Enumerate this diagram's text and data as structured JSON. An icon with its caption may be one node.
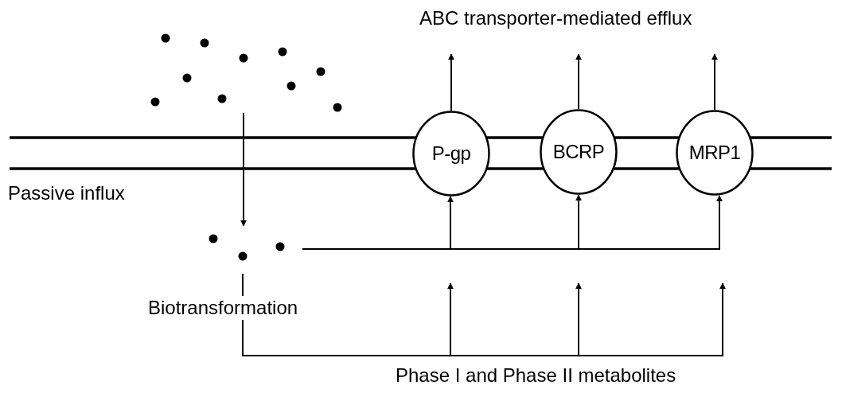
{
  "diagram": {
    "nodes": [
      {
        "text": [],
        "shape": "picture"
      },
      {
        "text": [],
        "shape": "picture"
      },
      {
        "text": [
          "P-gp"
        ]
      },
      {
        "text": [
          "BCRP"
        ]
      },
      {
        "text": [
          "MRP1"
        ]
      }
    ],
    "edges": [
      {
        "from": 0,
        "to": 1,
        "arrow": "to"
      },
      {
        "from": 1,
        "to": 2,
        "arrow": "to"
      },
      {
        "from": 1,
        "to": 3,
        "arrow": "to"
      },
      {
        "from": 1,
        "to": 4,
        "arrow": "to"
      },
      {
        "from": 2,
        "to": null,
        "arrow": "to"
      },
      {
        "from": 3,
        "to": null,
        "arrow": "to"
      },
      {
        "from": 4,
        "to": null,
        "arrow": "to"
      },
      {
        "from": 1,
        "to": null,
        "arrow": "to",
        "label": "Biotransformation"
      },
      {
        "from": 1,
        "to": null,
        "arrow": "to"
      },
      {
        "from": 1,
        "to": null,
        "arrow": "to"
      }
    ],
    "labels": [
      "ABC transporter-mediated efflux",
      "Passive influx",
      "Phase I and Phase II metabolites"
    ]
  }
}
